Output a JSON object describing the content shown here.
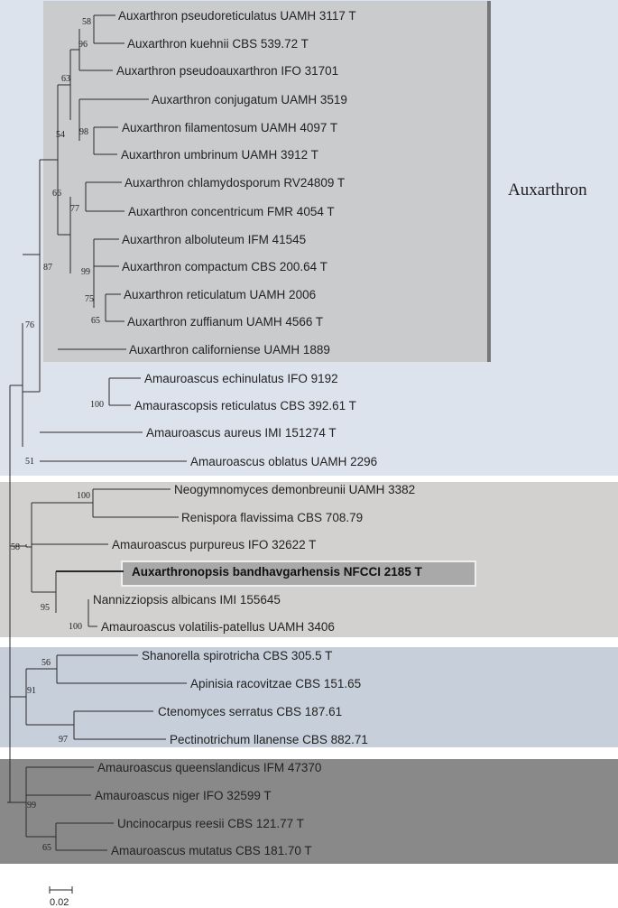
{
  "clade_label": "Auxarthron",
  "scale_bar": {
    "label": "0.02"
  },
  "taxa": [
    "Auxarthron pseudoreticulatus UAMH 3117 T",
    "Auxarthron kuehnii CBS 539.72 T",
    "Auxarthron pseudoauxarthron IFO 31701",
    "Auxarthron conjugatum UAMH 3519",
    "Auxarthron filamentosum UAMH 4097 T",
    "Auxarthron umbrinum UAMH 3912 T",
    "Auxarthron chlamydosporum RV24809 T",
    "Auxarthron concentricum FMR 4054 T",
    "Auxarthron alboluteum IFM 41545",
    "Auxarthron compactum CBS 200.64 T",
    "Auxarthron reticulatum UAMH 2006",
    "Auxarthron zuffianum UAMH 4566 T",
    "Auxarthron californiense UAMH 1889",
    "Amauroascus echinulatus IFO 9192",
    "Amaurascopsis reticulatus CBS 392.61 T",
    "Amauroascus aureus IMI 151274 T",
    "Amauroascus oblatus UAMH 2296",
    "Neogymnomyces demonbreunii  UAMH 3382",
    "Renispora flavissima CBS 708.79",
    "Amauroascus purpureus IFO 32622 T",
    "Auxarthronopsis bandhavgarhensis NFCCI 2185 T",
    "Nannizziopsis albicans IMI 155645",
    "Amauroascus volatilis-patellus UAMH 3406",
    "Shanorella spirotricha CBS 305.5 T",
    "Apinisia racovitzae CBS 151.65",
    "Ctenomyces serratus CBS 187.61",
    "Pectinotrichum llanense CBS 882.71",
    "Amauroascus queenslandicus IFM 47370",
    "Amauroascus niger IFO 32599 T",
    "Uncinocarpus reesii CBS 121.77 T",
    "Amauroascus mutatus CBS 181.70 T"
  ],
  "highlighted_taxon_index": 20,
  "bootstrap_values": [
    "58",
    "96",
    "63",
    "98",
    "54",
    "66",
    "77",
    "99",
    "75",
    "65",
    "87",
    "76",
    "100",
    "51",
    "100",
    "58",
    "95",
    "100",
    "56",
    "91",
    "97",
    "99",
    "65"
  ]
}
